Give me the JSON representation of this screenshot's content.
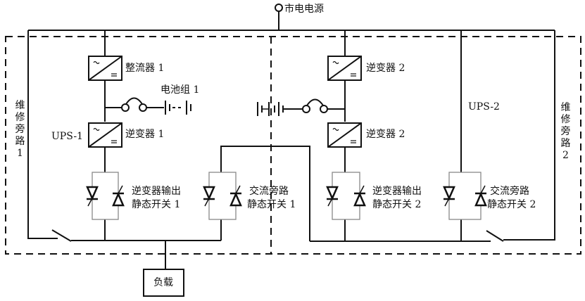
{
  "labels": {
    "mains": "市电电源",
    "rectifier1": "整流器 1",
    "battery1": "电池组 1",
    "inverter1": "逆变器 1",
    "ups1": "UPS-1",
    "maint_bypass1": "维修旁路1",
    "inverter2_top": "逆变器 2",
    "inverter2": "逆变器 2",
    "ups2": "UPS-2",
    "maint_bypass2": "维修旁路2",
    "inv_out_switch1": [
      "逆变器输出",
      "静态开关 1"
    ],
    "ac_bypass_switch1": [
      "交流旁路",
      "静态开关 1"
    ],
    "inv_out_switch2": [
      "逆变器输出",
      "静态开关 2"
    ],
    "ac_bypass_switch2": [
      "交流旁路",
      "静态开关 2"
    ],
    "load": "负载"
  },
  "colors": {
    "line": "#111111",
    "switch_box": "#888888"
  }
}
